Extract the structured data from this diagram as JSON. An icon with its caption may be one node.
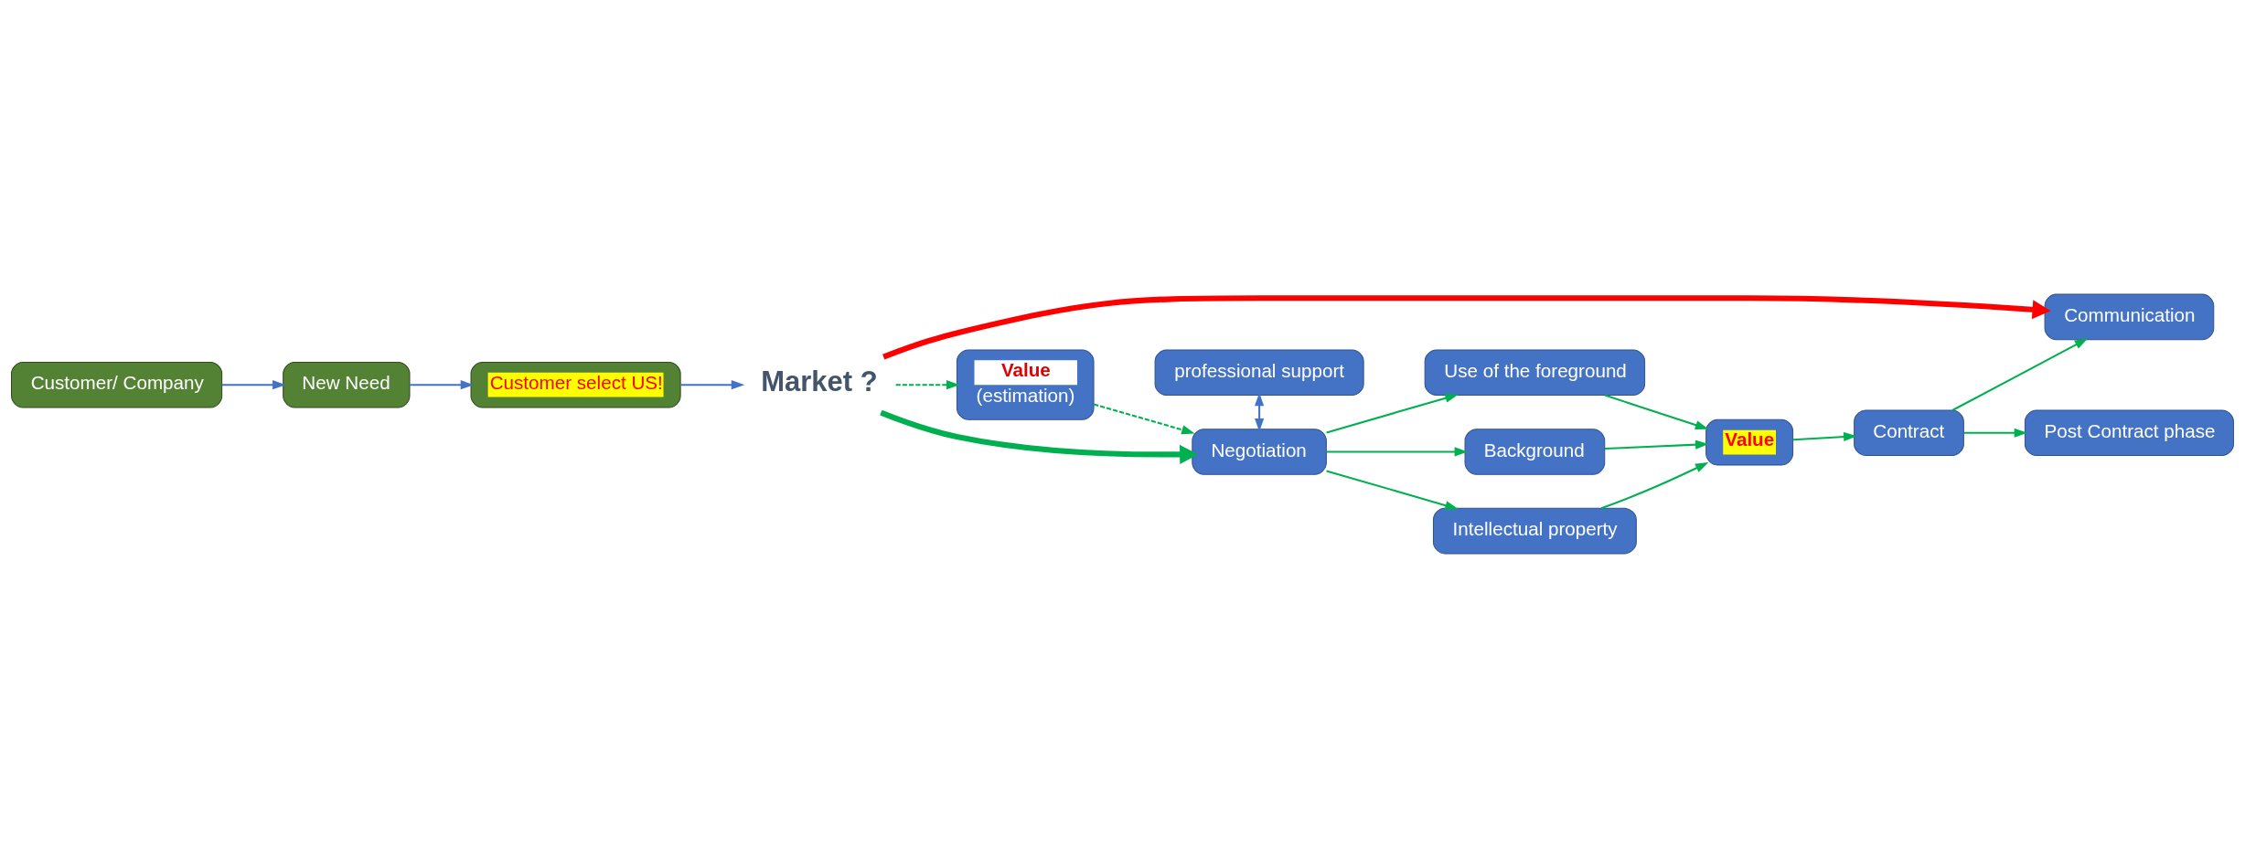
{
  "diagram": {
    "nodes": [
      {
        "text": [
          "New Need"
        ]
      },
      {
        "text": [
          "Customer select US!"
        ]
      },
      {
        "text": [
          "Market ?"
        ]
      },
      {
        "text": [
          "Customer/ Company"
        ]
      },
      {
        "text": [
          "Communication"
        ]
      },
      {
        "text": [
          "Value",
          "(estimation)"
        ]
      },
      {
        "text": [
          "Background"
        ]
      },
      {
        "text": [
          "professional support"
        ]
      },
      {
        "text": [
          "Negotiation"
        ]
      },
      {
        "text": [
          "Intellectual property"
        ]
      },
      {
        "text": [
          "Value"
        ]
      },
      {
        "text": [
          "Contract"
        ]
      },
      {
        "text": [
          "Use of the foreground"
        ]
      },
      {
        "text": [
          "Post Contract phase"
        ]
      }
    ],
    "edges": [
      {
        "from": 3,
        "to": 0,
        "arrow": "to",
        "color": "#4472c4"
      },
      {
        "from": 0,
        "to": 1,
        "arrow": "to",
        "color": "#4472c4"
      },
      {
        "from": 1,
        "to": 2,
        "arrow": "to",
        "color": "#4472c4"
      },
      {
        "from": 2,
        "to": 4,
        "arrow": "to",
        "style": "thick",
        "color": "#ff0000"
      },
      {
        "from": 2,
        "to": 5,
        "arrow": "to",
        "style": "dashed"
      },
      {
        "from": 2,
        "to": 8,
        "arrow": "to",
        "style": "thick"
      },
      {
        "from": 5,
        "to": 8,
        "arrow": "to",
        "style": "dashed"
      },
      {
        "from": 7,
        "to": 8,
        "arrow": "both",
        "color": "#4472c4"
      },
      {
        "from": 8,
        "to": 6,
        "arrow": "to"
      },
      {
        "from": 8,
        "to": 9,
        "arrow": "to"
      },
      {
        "from": 8,
        "to": 12,
        "arrow": "to"
      },
      {
        "from": 6,
        "to": 10,
        "arrow": "to"
      },
      {
        "from": 9,
        "to": 10,
        "arrow": "to"
      },
      {
        "from": 12,
        "to": 10,
        "arrow": "to"
      },
      {
        "from": 10,
        "to": 11,
        "arrow": "to"
      },
      {
        "from": 11,
        "to": 4,
        "arrow": "to"
      },
      {
        "from": 11,
        "to": 13,
        "arrow": "to"
      }
    ]
  }
}
